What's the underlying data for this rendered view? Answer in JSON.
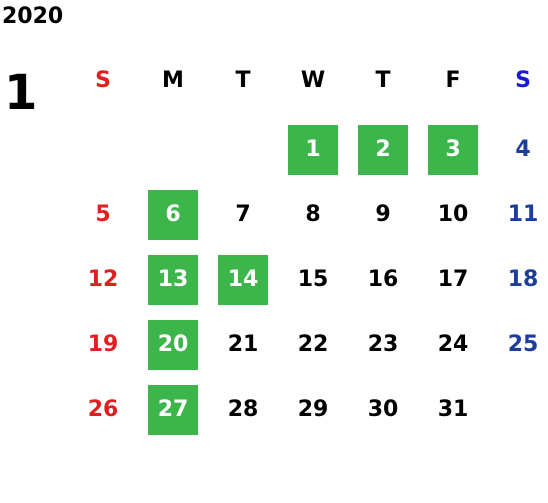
{
  "year": "2020",
  "month": "1",
  "colors": {
    "sunday": "#e02020",
    "saturday": "#1a3e9a",
    "weekday": "#000000",
    "header_saturday": "#1a1ad0",
    "highlight_bg": "#3cb54a",
    "highlight_text": "#ffffff"
  },
  "weekdays": [
    "S",
    "M",
    "T",
    "W",
    "T",
    "F",
    "S"
  ],
  "weeks": [
    [
      {
        "d": ""
      },
      {
        "d": ""
      },
      {
        "d": ""
      },
      {
        "d": "1",
        "hl": true
      },
      {
        "d": "2",
        "hl": true
      },
      {
        "d": "3",
        "hl": true
      },
      {
        "d": "4"
      }
    ],
    [
      {
        "d": "5"
      },
      {
        "d": "6",
        "hl": true
      },
      {
        "d": "7"
      },
      {
        "d": "8"
      },
      {
        "d": "9"
      },
      {
        "d": "10"
      },
      {
        "d": "11"
      }
    ],
    [
      {
        "d": "12"
      },
      {
        "d": "13",
        "hl": true
      },
      {
        "d": "14",
        "hl": true
      },
      {
        "d": "15"
      },
      {
        "d": "16"
      },
      {
        "d": "17"
      },
      {
        "d": "18"
      }
    ],
    [
      {
        "d": "19"
      },
      {
        "d": "20",
        "hl": true
      },
      {
        "d": "21"
      },
      {
        "d": "22"
      },
      {
        "d": "23"
      },
      {
        "d": "24"
      },
      {
        "d": "25"
      }
    ],
    [
      {
        "d": "26"
      },
      {
        "d": "27",
        "hl": true
      },
      {
        "d": "28"
      },
      {
        "d": "29"
      },
      {
        "d": "30"
      },
      {
        "d": "31"
      },
      {
        "d": ""
      }
    ]
  ]
}
